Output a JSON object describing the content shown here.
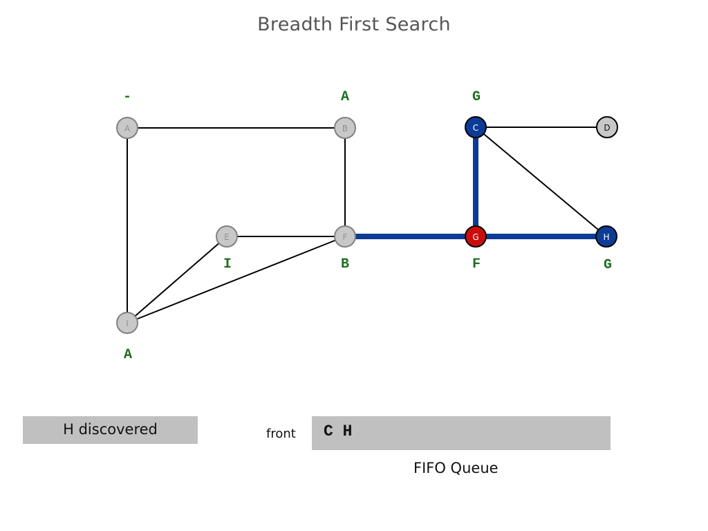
{
  "title": "Breadth First Search",
  "colors": {
    "unvisited_fill": "#c8c8c8",
    "unvisited_stroke": "#808080",
    "unvisited_text": "#909090",
    "queued_fill": "#0c3c96",
    "current_fill": "#cc0c0c",
    "tree_edge": "#0c3c96",
    "edge": "#000000",
    "parent_label": "#1e6e1e"
  },
  "graph": {
    "nodes": [
      {
        "id": "A",
        "label": "A",
        "state": "unvisited",
        "parent": "-"
      },
      {
        "id": "B",
        "label": "B",
        "state": "unvisited",
        "parent": "A"
      },
      {
        "id": "C",
        "label": "C",
        "state": "queued",
        "parent": "G"
      },
      {
        "id": "D",
        "label": "D",
        "state": "plain",
        "parent": ""
      },
      {
        "id": "E",
        "label": "E",
        "state": "unvisited",
        "parent": "I"
      },
      {
        "id": "F",
        "label": "F",
        "state": "unvisited",
        "parent": "B"
      },
      {
        "id": "G",
        "label": "G",
        "state": "current",
        "parent": "F"
      },
      {
        "id": "H",
        "label": "H",
        "state": "queued",
        "parent": "G"
      },
      {
        "id": "I",
        "label": "I",
        "state": "unvisited",
        "parent": "A"
      }
    ],
    "edges": [
      {
        "from": "A",
        "to": "B",
        "tree": false
      },
      {
        "from": "A",
        "to": "I",
        "tree": false
      },
      {
        "from": "B",
        "to": "F",
        "tree": false
      },
      {
        "from": "E",
        "to": "F",
        "tree": false
      },
      {
        "from": "E",
        "to": "I",
        "tree": false
      },
      {
        "from": "F",
        "to": "I",
        "tree": false
      },
      {
        "from": "C",
        "to": "D",
        "tree": false
      },
      {
        "from": "C",
        "to": "H",
        "tree": false
      },
      {
        "from": "F",
        "to": "G",
        "tree": true
      },
      {
        "from": "G",
        "to": "C",
        "tree": true
      },
      {
        "from": "G",
        "to": "H",
        "tree": true
      }
    ]
  },
  "status": "H discovered",
  "queue": {
    "front_label": "front",
    "items": [
      "C",
      "H"
    ],
    "caption": "FIFO Queue"
  }
}
